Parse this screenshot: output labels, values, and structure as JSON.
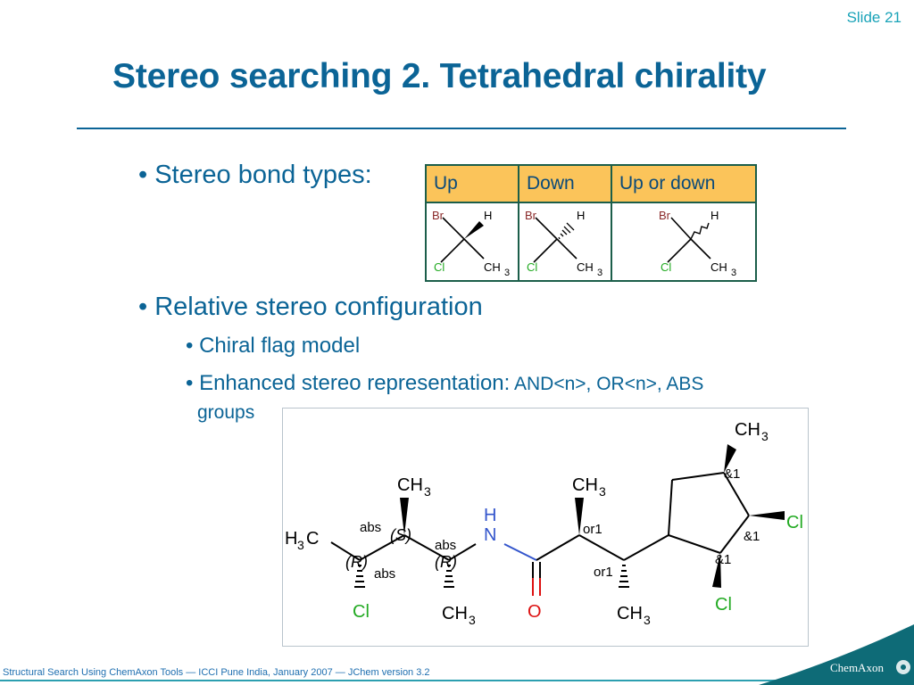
{
  "slide": {
    "number_label": "Slide 21"
  },
  "title": "Stereo searching 2. Tetrahedral chirality",
  "bullets": {
    "b1": "• Stereo bond types:",
    "b2": "• Relative stereo configuration",
    "sub1": "• Chiral flag model",
    "sub2_main": "• Enhanced stereo representation:",
    "sub2_small": " AND<n>, OR<n>, ABS",
    "sub2_cont": "groups"
  },
  "table": {
    "headers": [
      "Up",
      "Down",
      "Up or down"
    ],
    "atoms": {
      "br": "Br",
      "h": "H",
      "cl": "Cl",
      "ch": "CH",
      "three": "3"
    }
  },
  "molecule": {
    "ch": "CH",
    "three": "3",
    "h3c_h": "H",
    "h3c_3": "3",
    "h3c_c": "C",
    "abs": "abs",
    "s": "(S)",
    "r": "(R)",
    "hn_h": "H",
    "hn_n": "N",
    "o": "O",
    "cl": "Cl",
    "or1": "or1",
    "and1": "&1"
  },
  "footer": "Structural Search Using ChemAxon Tools  — ICCI Pune India, January 2007 — JChem version 3.2",
  "logo": "ChemAxon",
  "colors": {
    "title": "#0b6496",
    "accent": "#1aa3b8",
    "table_header": "#fbc45a",
    "table_border": "#1b5e4a",
    "cl": "#22aa22",
    "br": "#8b2a2a",
    "n": "#3355cc",
    "o": "#dd1111"
  }
}
